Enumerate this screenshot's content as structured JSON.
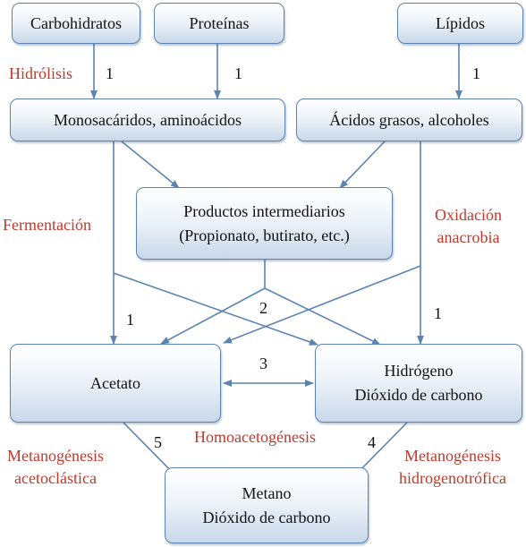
{
  "colors": {
    "box_border": "#5b84b1",
    "arrow": "#5b84b1",
    "process_label": "#c0392b"
  },
  "boxes": {
    "carbohidratos": "Carbohidratos",
    "proteinas": "Proteínas",
    "lipidos": "Lípidos",
    "monosacaridos": "Monosacáridos, aminoácidos",
    "acidos_grasos": "Ácidos grasos, alcoholes",
    "intermediarios_line1": "Productos intermediarios",
    "intermediarios_line2": "(Propionato, butirato, etc.)",
    "acetato": "Acetato",
    "hidrogeno_line1": "Hidrógeno",
    "hidrogeno_line2": "Dióxido de carbono",
    "metano_line1": "Metano",
    "metano_line2": "Dióxido de carbono"
  },
  "processes": {
    "hidrolisis": "Hidrólisis",
    "fermentacion": "Fermentación",
    "oxidacion_line1": "Oxidación",
    "oxidacion_line2": "anacrobia",
    "homoacetogenesis": "Homoacetogénesis",
    "metanogenesis_aceto_line1": "Metanogénesis",
    "metanogenesis_aceto_line2": "acetoclástica",
    "metanogenesis_hidro_line1": "Metanogénesis",
    "metanogenesis_hidro_line2": "hidrogenotrófica"
  },
  "step_numbers": {
    "carbohidratos": "1",
    "proteinas": "1",
    "lipidos": "1",
    "acetato": "1",
    "hidrogeno": "1",
    "intermediarios": "2",
    "homoacetogenesis": "3",
    "hidrogenotrofica": "4",
    "acetoclastica": "5"
  }
}
